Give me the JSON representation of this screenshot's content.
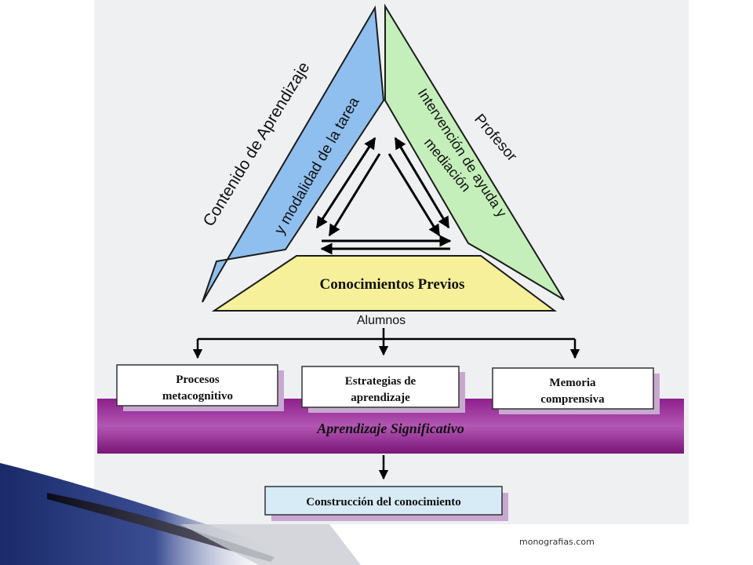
{
  "triangle": {
    "left_side_outer": "Contenido de Aprendizaje",
    "left_side_inner": "y modalidad de la tarea",
    "right_side_outer": "Profesor",
    "right_side_inner_line1": "Intervención de ayuda y",
    "right_side_inner_line2": "mediación",
    "base": "Conocimientos Previos",
    "below_base": "Alumnos"
  },
  "boxes": [
    {
      "line1": "Procesos",
      "line2": "metacognitivo"
    },
    {
      "line1": "Estrategias de",
      "line2": "aprendizaje"
    },
    {
      "line1": "Memoria",
      "line2": "comprensiva"
    }
  ],
  "band": {
    "label": "Aprendizaje Significativo"
  },
  "result": {
    "label": "Construcción del conocimiento"
  },
  "source": "monografias.com",
  "colors": {
    "panel": "#eef0f1",
    "blue_side": "#8fbfee",
    "green_side": "#c4efba",
    "yellow_base": "#f7f09a",
    "band_purple": "#8a1d8a",
    "box_shadow": "#c7a9d0",
    "result_box": "#d7ebf7"
  }
}
